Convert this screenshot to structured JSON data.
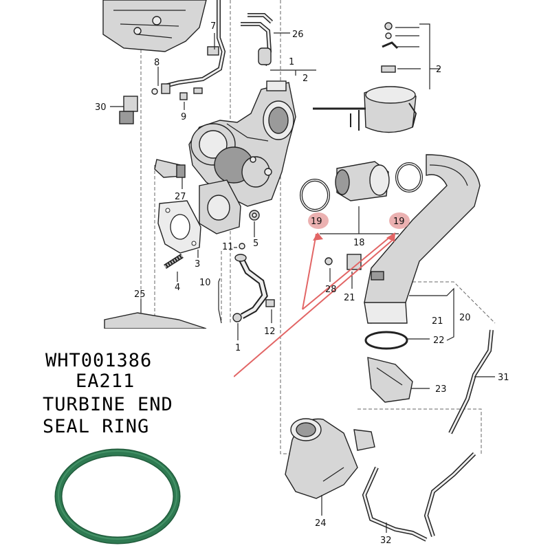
{
  "callouts": {
    "c1a": "1",
    "c1b": "1",
    "c2a": "2",
    "c2b": "2",
    "c3": "3",
    "c4": "4",
    "c5": "5",
    "c7": "7",
    "c8": "8",
    "c9": "9",
    "c10": "10",
    "c11": "11",
    "c12": "12",
    "c18": "18",
    "c19a": "19",
    "c19b": "19",
    "c20": "20",
    "c21a": "21",
    "c21b": "21",
    "c22": "22",
    "c23": "23",
    "c24": "24",
    "c25": "25",
    "c26": "26",
    "c27": "27",
    "c28": "28",
    "c30": "30",
    "c31": "31",
    "c32": "32"
  },
  "product": {
    "part_number": "WHT001386",
    "engine": "EA211",
    "name_line1": "TURBINE END",
    "name_line2": "SEAL RING",
    "ring_color": "#2f7a52"
  },
  "highlight": {
    "circle_color": "#e8a3a3",
    "pointer_color": "#e26565"
  }
}
